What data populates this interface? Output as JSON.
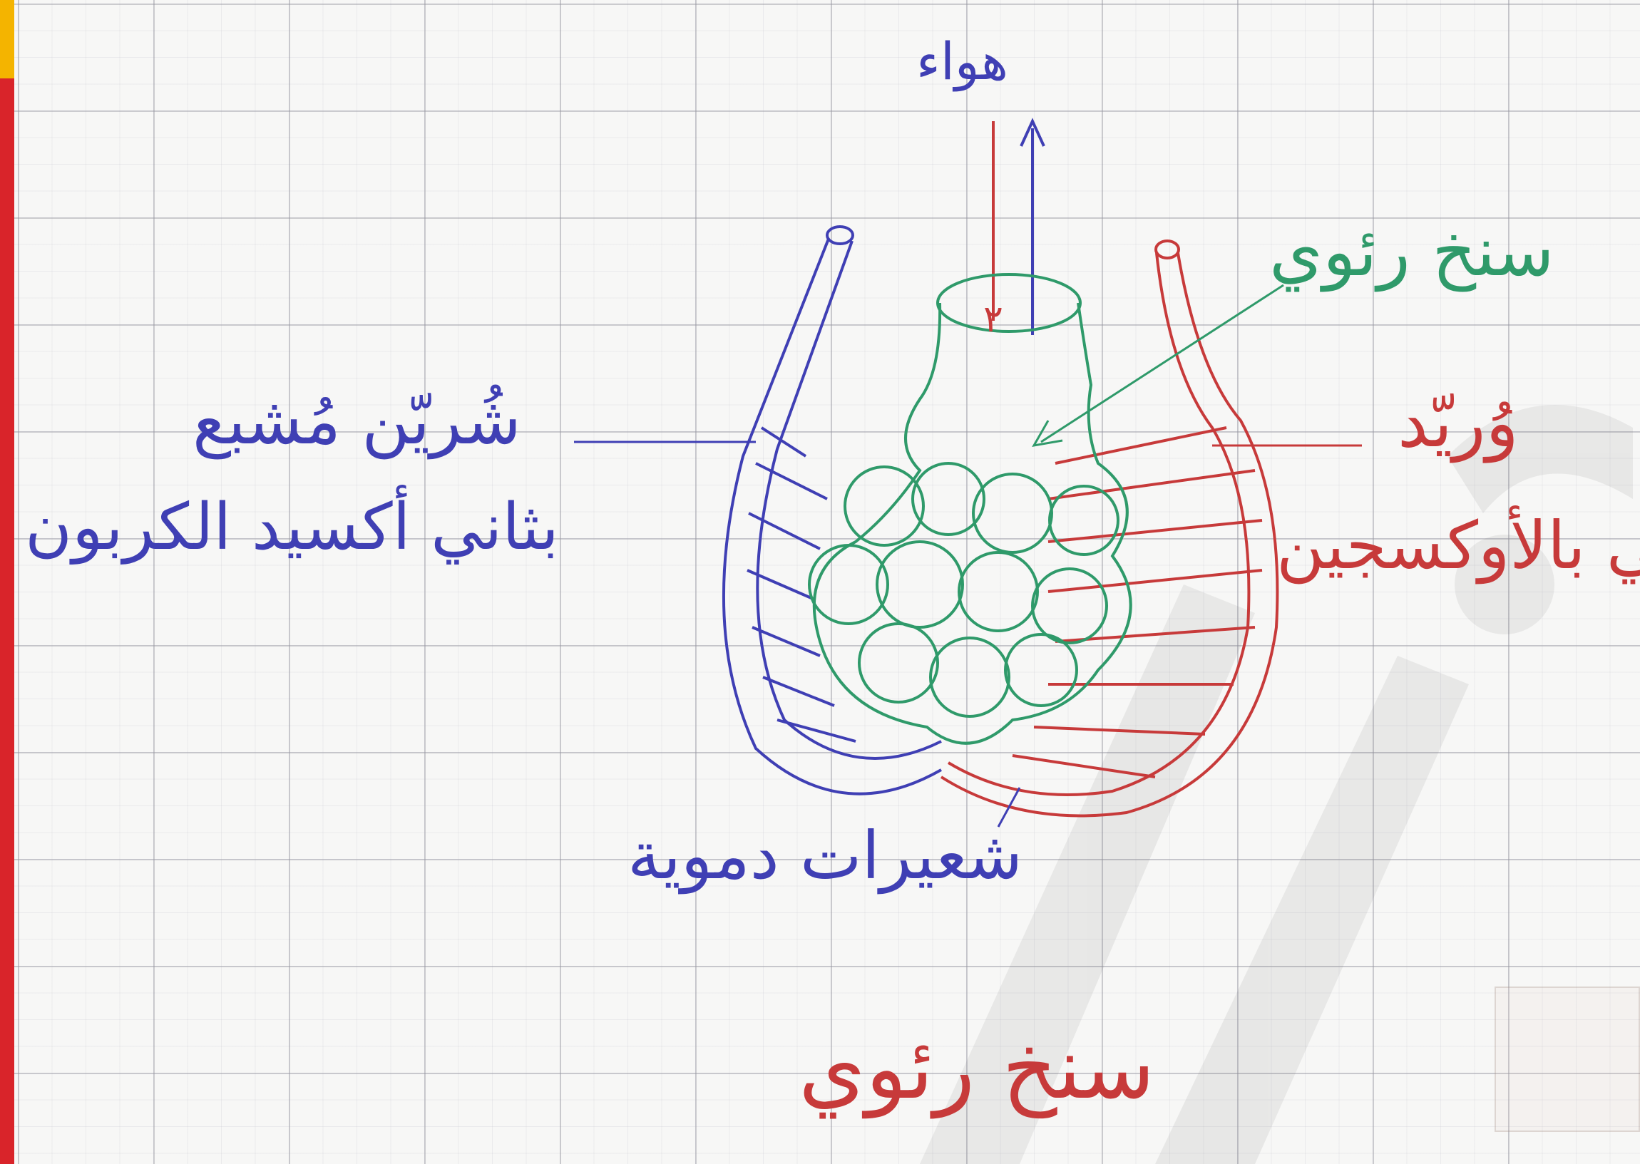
{
  "labels": {
    "air": "هواء",
    "pulmonary_sac": "سنخ رئوي",
    "artery": "شُريّن مُشبع",
    "artery_sub": "بثاني أكسيد الكربون",
    "vein": "وُريّد",
    "vein_sub": "غني بالأوكسجين",
    "capillaries": "شعيرات دموية",
    "title": "سنخ رئوي"
  },
  "colors": {
    "blue": "#3f3fb4",
    "red": "#c73a3a",
    "green": "#2f9a6a",
    "margin_red": "#d9242a",
    "margin_yellow": "#f4b400"
  }
}
